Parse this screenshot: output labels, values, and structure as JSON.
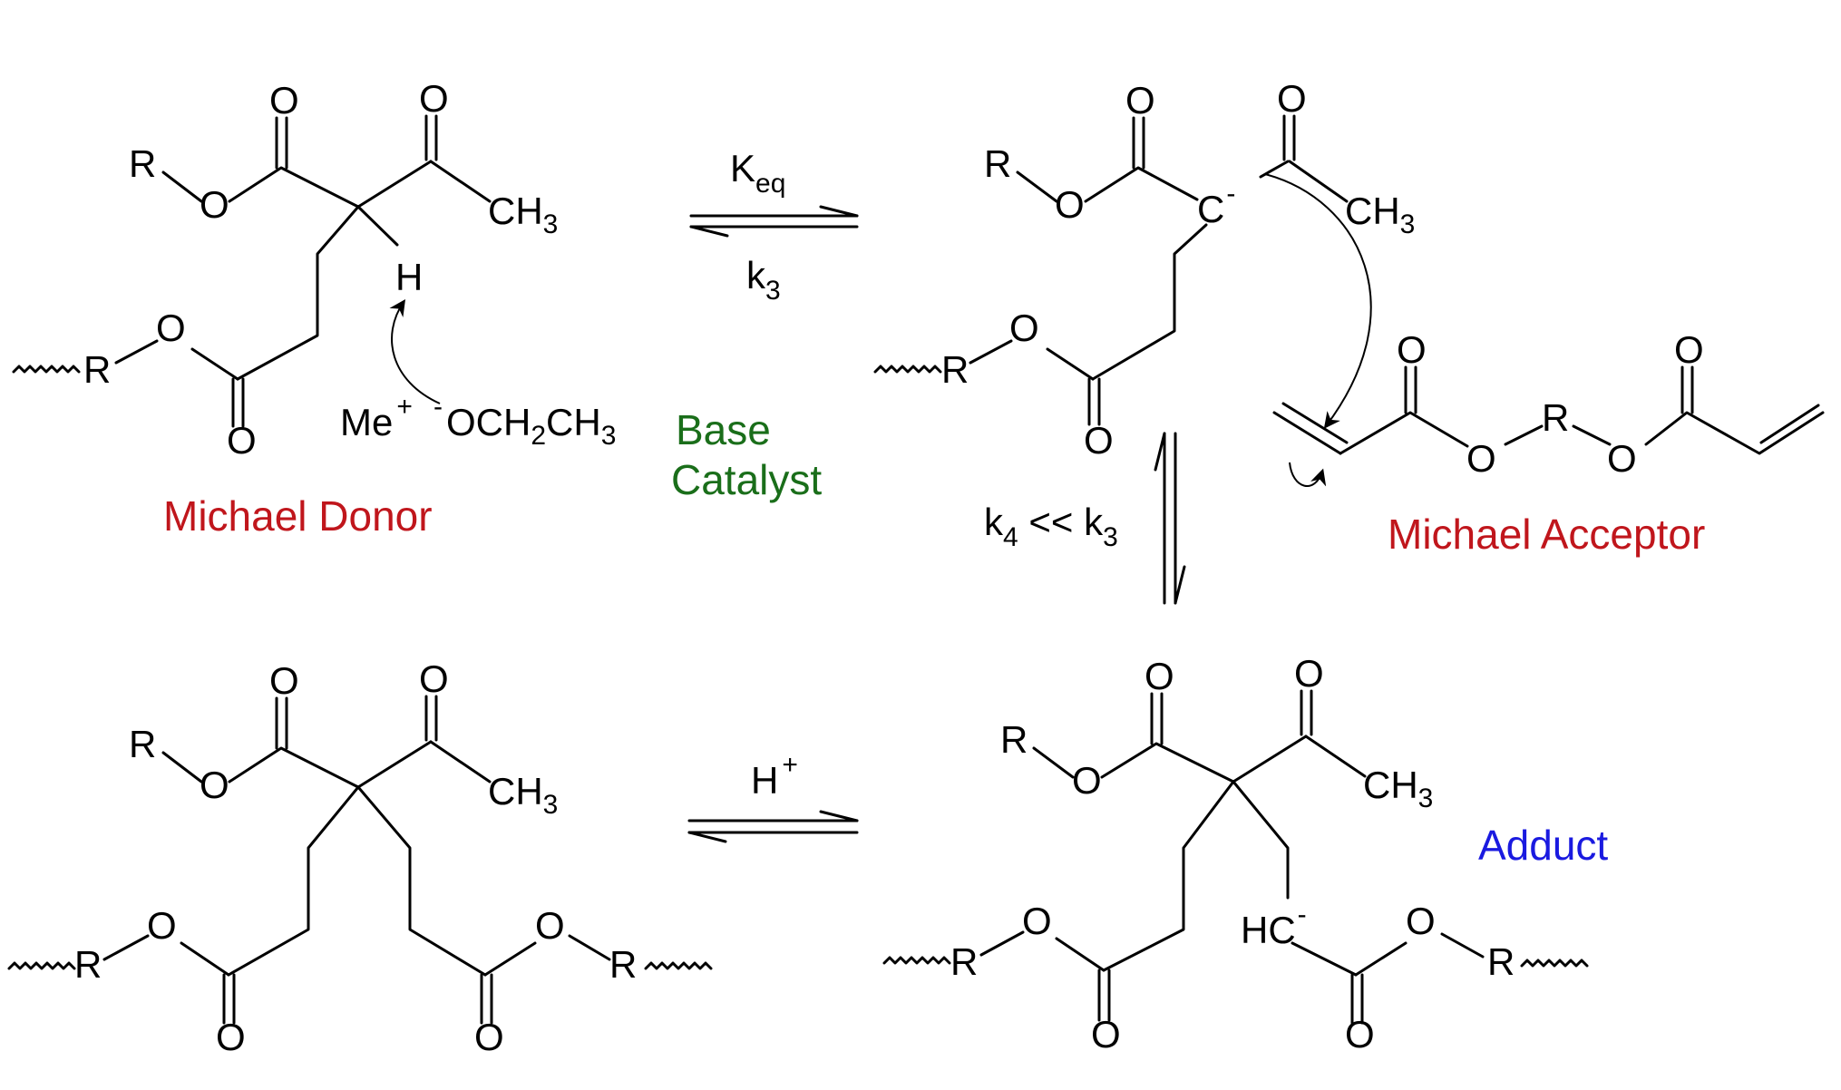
{
  "atoms": {
    "O": "O",
    "R": "R",
    "H": "H",
    "C": "C",
    "HC": "HC",
    "CH": "CH",
    "CH3_main": "CH",
    "CH3_sub": "3",
    "CH2_sub": "2",
    "Me": "Me",
    "OCH2CH3_O": "OCH",
    "OCH2CH3_CH": "CH",
    "plus": "+",
    "minus": "-"
  },
  "rate_constants": {
    "K": "K",
    "eq": "eq",
    "k": "k",
    "three": "3",
    "four": "4",
    "ll": " << ",
    "H": "H",
    "plus": "+"
  },
  "labels": {
    "michael_donor": "Michael Donor",
    "base": "Base",
    "catalyst": "Catalyst",
    "michael_acceptor": "Michael Acceptor",
    "adduct": "Adduct"
  },
  "colors": {
    "donor_label": "#c0161c",
    "acceptor_label": "#c0161c",
    "catalyst_label": "#1a6e1a",
    "adduct_label": "#1a1ae0",
    "ink": "#000000"
  }
}
